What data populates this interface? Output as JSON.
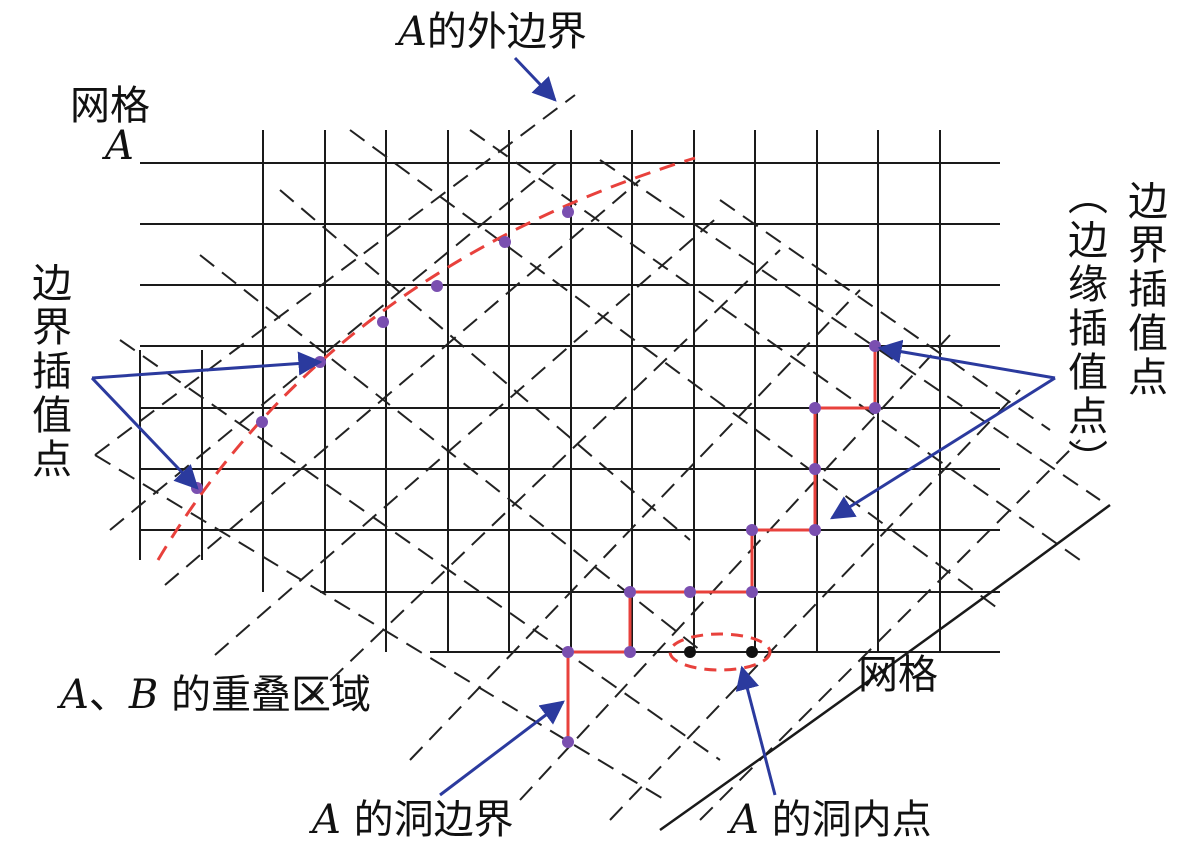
{
  "labels": {
    "outer_boundary_a": "A",
    "outer_boundary_b": "的外边界",
    "grid_a_1": "网格",
    "grid_a_2": "A",
    "boundary_left": "边界插值点",
    "boundary_right": "边界插值点",
    "edge_paren": "（边缘插值点）",
    "overlap_a": "A",
    "overlap_b": "、",
    "overlap_c": "B",
    "overlap_d": " 的重叠区域",
    "grid_b": "网格",
    "hole_boundary_a": "A",
    "hole_boundary_b": " 的洞边界",
    "hole_interior_a": "A",
    "hole_interior_b": " 的洞内点"
  },
  "colors": {
    "grid": "#1a1a1a",
    "dash": "#222222",
    "red": "#e8413c",
    "point": "#7a4fb0",
    "arrow": "#2b3a9e",
    "black_point": "#111111"
  }
}
